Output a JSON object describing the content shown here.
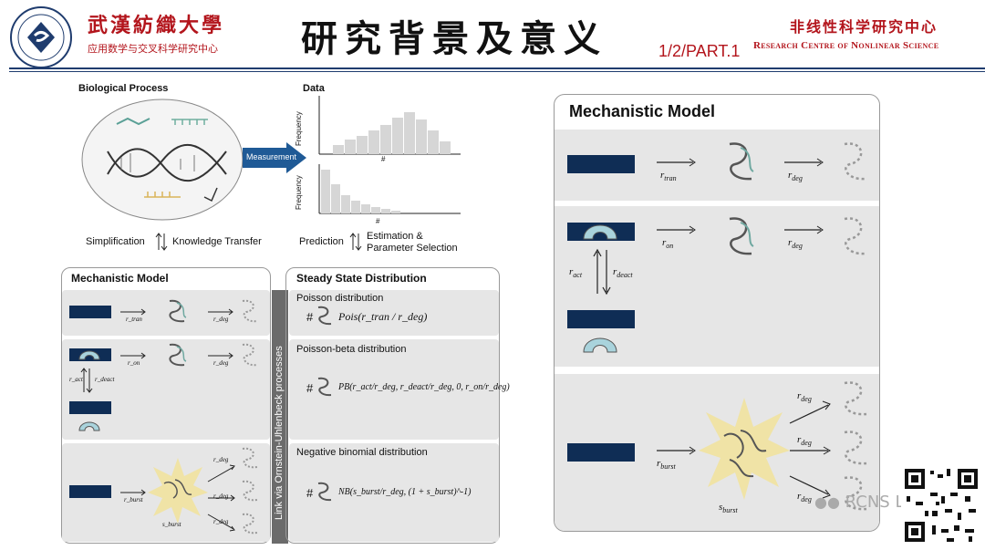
{
  "header": {
    "school_name": "武漢紡織大學",
    "school_sub": "应用数学与交叉科学研究中心",
    "page_title": "研究背景及意义",
    "part": "1/2/PART.1",
    "research_centre_cn": "非线性科学研究中心",
    "research_centre_en": "Research Centre of Nonlinear Science"
  },
  "figure": {
    "bio_title": "Biological Process",
    "data_title": "Data",
    "measurement": "Measurement",
    "frequency": "Frequency",
    "simplification": "Simplification",
    "knowledge_transfer": "Knowledge Transfer",
    "prediction": "Prediction",
    "estimation": "Estimation &",
    "param_selection": "Parameter Selection",
    "hist_label": "#"
  },
  "left_model": {
    "title": "Mechanistic Model",
    "r_tran": "r_tran",
    "r_deg": "r_deg",
    "r_on": "r_on",
    "r_act": "r_act",
    "r_deact": "r_deact",
    "r_burst": "r_burst",
    "s_burst": "s_burst"
  },
  "link_label": "Link via Ornstein-Uhlenbeck processes",
  "steady_state": {
    "title": "Steady State Distribution",
    "poisson": "Poisson distribution",
    "poisson_formula": "Pois(r_tran / r_deg)",
    "poisson_beta": "Poisson-beta distribution",
    "poisson_beta_formula": "PB(r_act/r_deg, r_deact/r_deg, 0, r_on/r_deg)",
    "negbin": "Negative binomial distribution",
    "negbin_formula": "NB(s_burst/r_deg, (1 + s_burst)^-1)"
  },
  "right_model": {
    "title": "Mechanistic Model",
    "r_tran": "r",
    "r_tran_sub": "tran",
    "r_deg": "r",
    "r_deg_sub": "deg",
    "r_on": "r",
    "r_on_sub": "on",
    "r_act": "r",
    "r_act_sub": "act",
    "r_deact": "r",
    "r_deact_sub": "deact",
    "r_burst": "r",
    "r_burst_sub": "burst",
    "s_burst": "s",
    "s_burst_sub": "burst"
  },
  "watermark": "RCNS Lab",
  "colors": {
    "red": "#b3151c",
    "navy": "#0f2d55",
    "panel_grey": "#e6e6e6",
    "arrow_blue": "#1f5a96"
  }
}
